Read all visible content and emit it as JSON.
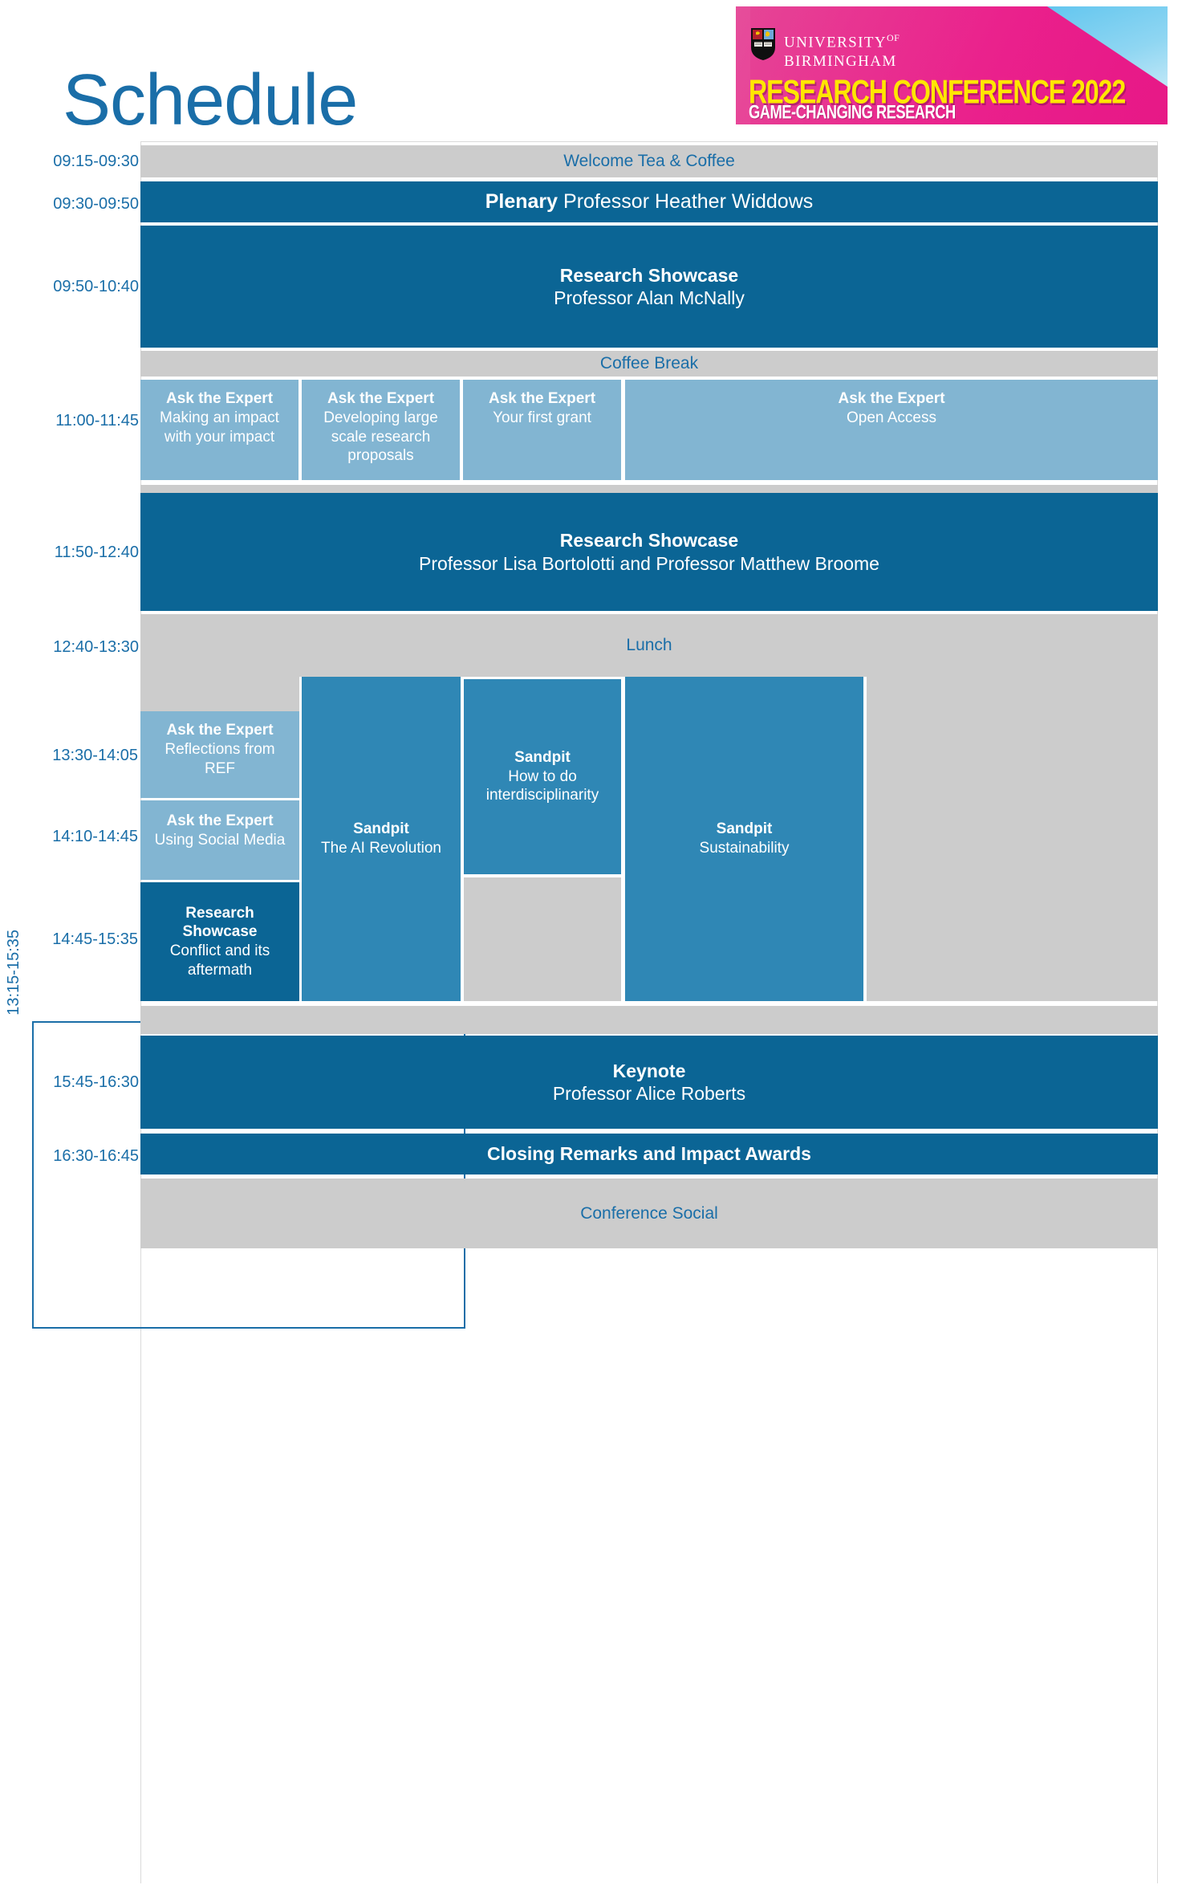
{
  "page": {
    "title": "Schedule"
  },
  "banner": {
    "university_line1": "UNIVERSITY",
    "university_sup": "OF",
    "university_line2": "BIRMINGHAM",
    "conference_title": "RESEARCH CONFERENCE 2022",
    "tagline": "GAME-CHANGING RESEARCH",
    "colors": {
      "pink": "#f01f8e",
      "yellow": "#ffe600",
      "sky": "#63c6ef"
    }
  },
  "palette": {
    "dark_blue": "#0b6595",
    "mid_blue": "#2f87b5",
    "light_blue": "#82b5d2",
    "grey": "#cccccc",
    "text_blue": "#1a6ea8"
  },
  "afternoon_group": {
    "time_label": "13:15-15:35"
  },
  "rows": [
    {
      "time": "09:15-09:30",
      "label": "Welcome Tea & Coffee"
    },
    {
      "time": "09:30-09:50",
      "title": "Plenary",
      "subtitle": "Professor Heather Widdows"
    },
    {
      "time": "09:50-10:40",
      "title": "Research Showcase",
      "subtitle": "Professor Alan McNally"
    },
    {
      "time": "",
      "label": "Coffee Break"
    },
    {
      "time": "11:00-11:45",
      "label": ""
    },
    {
      "time": "11:50-12:40",
      "title": "Research Showcase",
      "subtitle": "Professor Lisa Bortolotti and Professor Matthew Broome"
    },
    {
      "time": "12:40-13:30",
      "label": "Lunch"
    },
    {
      "time": "13:30-14:05",
      "label": ""
    },
    {
      "time": "14:10-14:45",
      "label": ""
    },
    {
      "time": "14:45-15:35",
      "label": ""
    },
    {
      "time": "15:45-16:30",
      "title": "Keynote",
      "subtitle": "Professor Alice Roberts"
    },
    {
      "time": "16:30-16:45",
      "label": "Closing Remarks and Impact Awards"
    },
    {
      "time": "",
      "label": "Conference Social"
    }
  ],
  "ask_the_expert_morning": [
    {
      "title": "Ask the Expert",
      "subtitle": "Making an impact with your impact"
    },
    {
      "title": "Ask the Expert",
      "subtitle": "Developing large scale research proposals"
    },
    {
      "title": "Ask the Expert",
      "subtitle": "Your first grant"
    },
    {
      "title": "Ask the Expert",
      "subtitle": "Open Access"
    }
  ],
  "afternoon_left": [
    {
      "title": "Ask the Expert",
      "subtitle": "Reflections from REF"
    },
    {
      "title": "Ask the Expert",
      "subtitle": "Using Social Media"
    },
    {
      "title": "Research Showcase",
      "subtitle": "Conflict and its aftermath"
    }
  ],
  "sandpits": [
    {
      "title": "Sandpit",
      "subtitle": "The AI Revolution"
    },
    {
      "title": "Sandpit",
      "subtitle": "How to do interdisciplinarity"
    },
    {
      "title": "Sandpit",
      "subtitle": "Sustainability"
    }
  ]
}
